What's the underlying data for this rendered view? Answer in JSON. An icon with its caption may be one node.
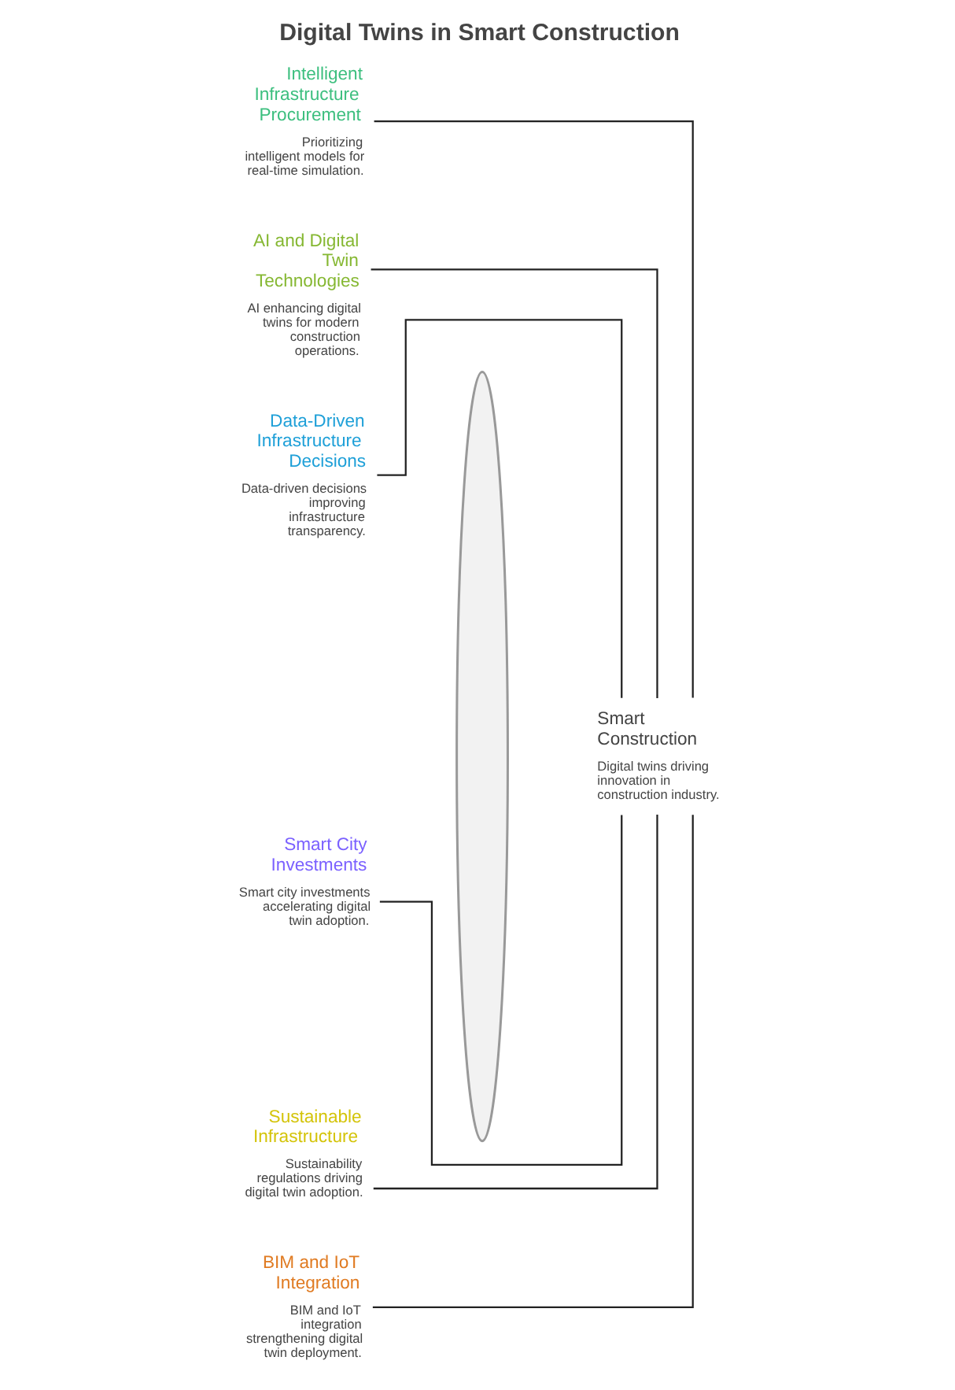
{
  "diagram": {
    "title": "Digital Twins in Smart Construction",
    "nodes": [
      {
        "text": [
          "Intelligent Infrastructure Procurement",
          "Prioritizing intelligent models for real-time simulation."
        ]
      },
      {
        "text": [
          "AI and Digital Twin Technologies",
          "AI enhancing digital twins for modern construction operations."
        ]
      },
      {
        "text": [
          "Data-Driven Infrastructure Decisions",
          "Data-driven decisions improving infrastructure transparency."
        ]
      },
      {
        "text": [
          "Smart City Investments",
          "Smart city investments accelerating digital twin adoption."
        ]
      },
      {
        "text": [
          "Sustainable Infrastructure",
          "Sustainability regulations driving digital twin adoption."
        ]
      },
      {
        "text": [
          "BIM and IoT Integration",
          "BIM and IoT integration strengthening digital twin deployment."
        ]
      },
      {
        "text": [],
        "shape": "ellipse"
      },
      {
        "text": [
          "Smart Construction",
          "Digital twins driving innovation in construction industry."
        ]
      }
    ],
    "edges": [
      {
        "from": 0,
        "to": 7,
        "arrow": "none"
      },
      {
        "from": 1,
        "to": 7,
        "arrow": "none"
      },
      {
        "from": 2,
        "to": 7,
        "arrow": "none"
      },
      {
        "from": 3,
        "to": 7,
        "arrow": "none"
      },
      {
        "from": 4,
        "to": 7,
        "arrow": "none"
      },
      {
        "from": 5,
        "to": 7,
        "arrow": "none"
      }
    ]
  }
}
